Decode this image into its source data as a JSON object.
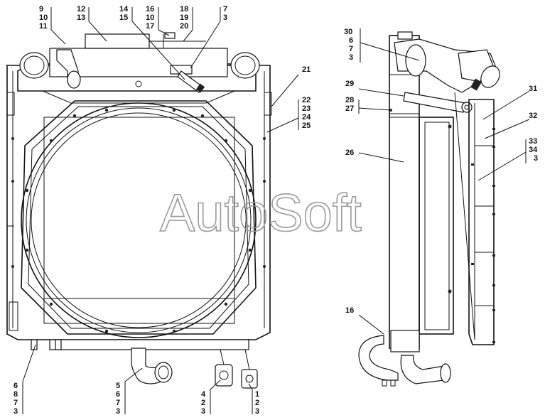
{
  "watermark": "AutoSoft",
  "callouts": [
    {
      "id": "c-9-10-11",
      "lines": [
        "9",
        "10",
        "11"
      ]
    },
    {
      "id": "c-12-13",
      "lines": [
        "12",
        "13"
      ]
    },
    {
      "id": "c-14-15",
      "lines": [
        "14",
        "15"
      ]
    },
    {
      "id": "c-16-10-17",
      "lines": [
        "16",
        "10",
        "17"
      ]
    },
    {
      "id": "c-18-19-20",
      "lines": [
        "18",
        "19",
        "20"
      ]
    },
    {
      "id": "c-7-3-top",
      "lines": [
        "7",
        "3"
      ]
    },
    {
      "id": "c-21",
      "lines": [
        "21"
      ]
    },
    {
      "id": "c-22-25",
      "lines": [
        "22",
        "23",
        "24",
        "25"
      ]
    },
    {
      "id": "c-6-8-7-3",
      "lines": [
        "6",
        "8",
        "7",
        "3"
      ]
    },
    {
      "id": "c-5-6-7-3",
      "lines": [
        "5",
        "6",
        "7",
        "3"
      ]
    },
    {
      "id": "c-4-2-3",
      "lines": [
        "4",
        "2",
        "3"
      ]
    },
    {
      "id": "c-1-2-3",
      "lines": [
        "1",
        "2",
        "3"
      ]
    },
    {
      "id": "c-30-6-7-3",
      "lines": [
        "30",
        "6",
        "7",
        "3"
      ]
    },
    {
      "id": "c-29",
      "lines": [
        "29"
      ]
    },
    {
      "id": "c-28-27",
      "lines": [
        "28",
        "27"
      ]
    },
    {
      "id": "c-26",
      "lines": [
        "26"
      ]
    },
    {
      "id": "c-31",
      "lines": [
        "31"
      ]
    },
    {
      "id": "c-32",
      "lines": [
        "32"
      ]
    },
    {
      "id": "c-33-34-3",
      "lines": [
        "33",
        "34",
        "3"
      ]
    },
    {
      "id": "c-16-side",
      "lines": [
        "16"
      ]
    }
  ]
}
